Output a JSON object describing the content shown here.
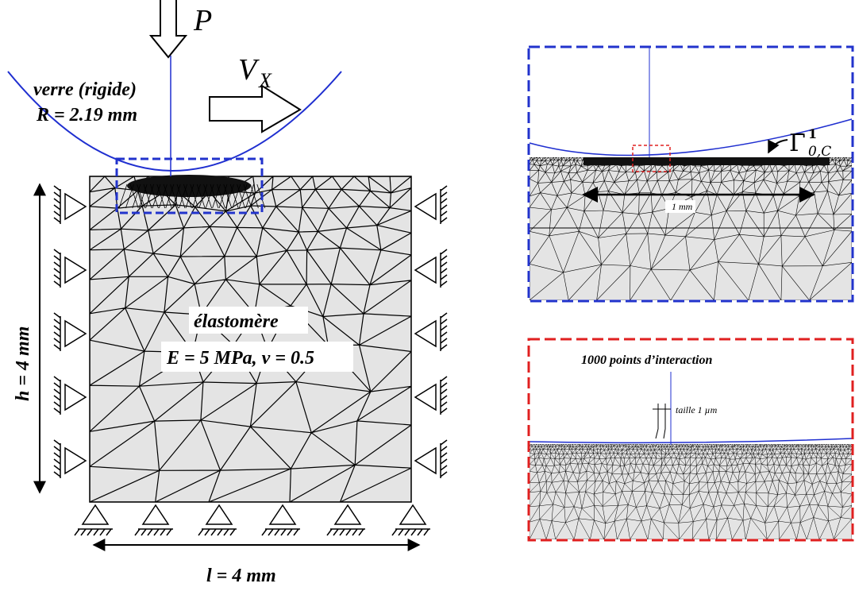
{
  "left_panel": {
    "load_symbol": "P",
    "velocity_symbol": "V",
    "velocity_subscript": "X",
    "glass_label": "verre (rigide)",
    "radius_label": "R = 2.19 mm",
    "material_label": "élastomère",
    "properties_label": "E = 5 MPa, ν = 0.5",
    "height_label": "h = 4 mm",
    "width_label": "l = 4 mm"
  },
  "zoom_blue": {
    "scale_label": "1 mm",
    "boundary_label": "Γ̄",
    "boundary_superscript": "1",
    "boundary_subscript": "0,C"
  },
  "zoom_red": {
    "points_label": "1000 points d’interaction",
    "size_label": "taille 1 µm"
  },
  "colors": {
    "glass": "#1f2fd0",
    "blue_frame": "#2233cc",
    "red_frame": "#e02020",
    "elastomer": "#e4e4e4",
    "mesh": "#000000"
  }
}
